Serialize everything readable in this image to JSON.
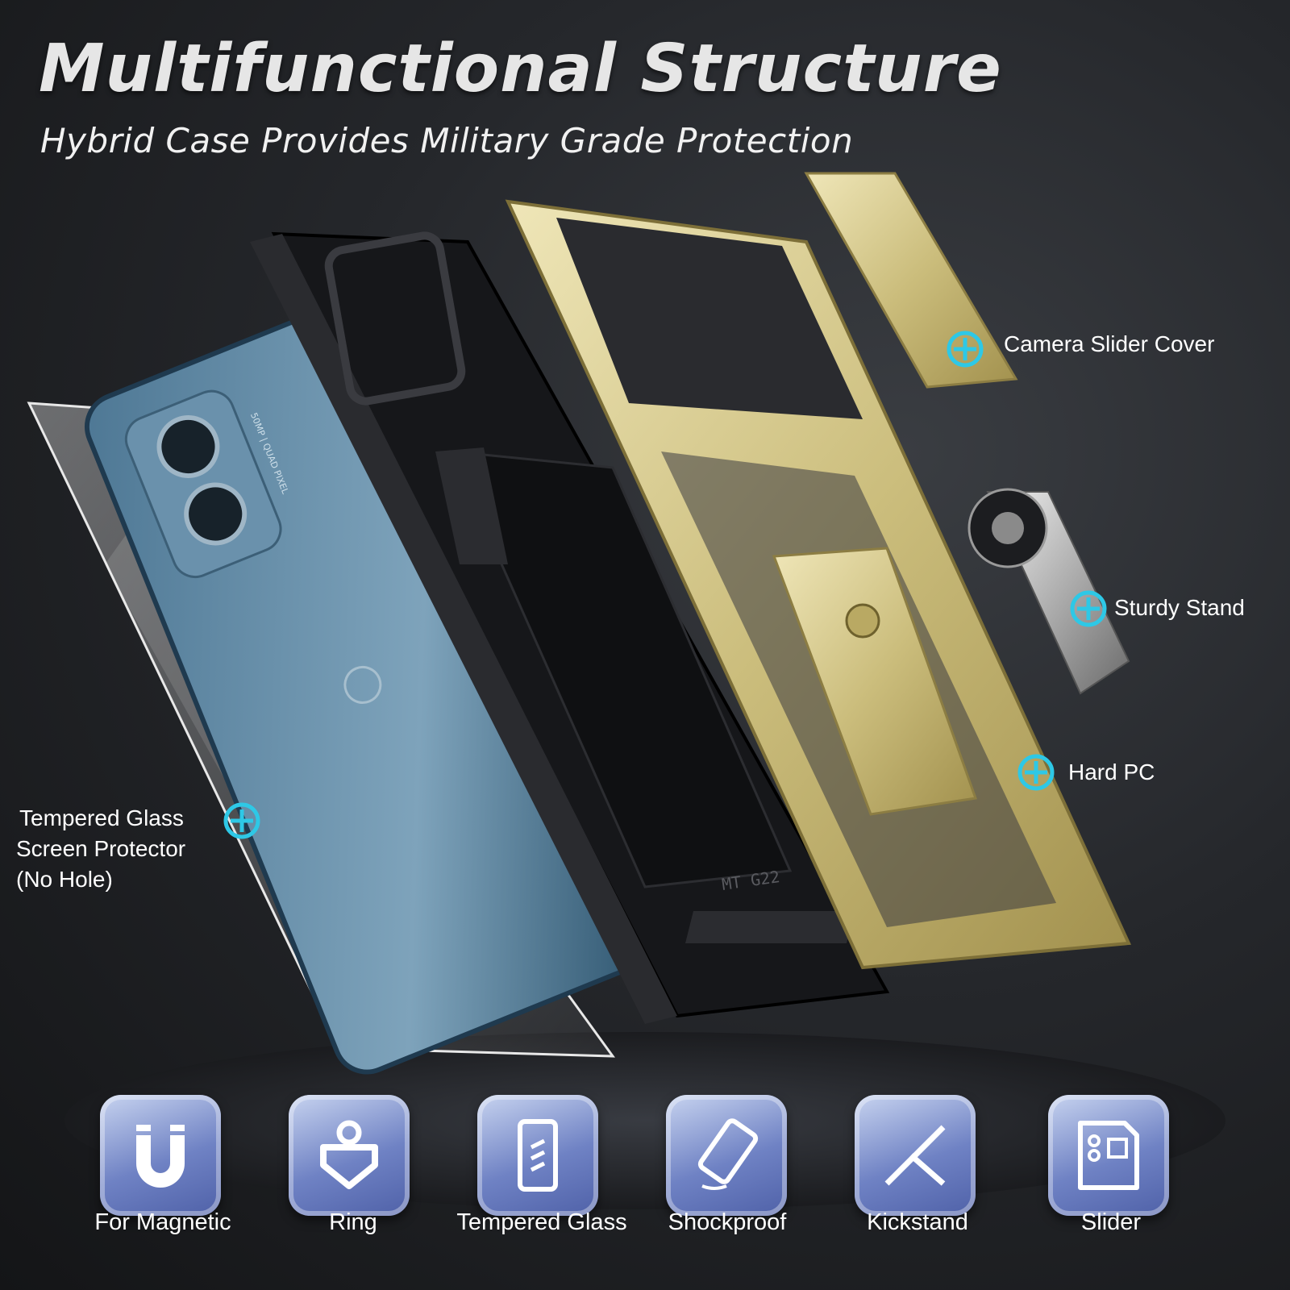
{
  "header": {
    "title": "Multifunctional Structure",
    "subtitle": "Hybrid Case Provides Military Grade Protection"
  },
  "callouts": {
    "camera_slider": "Camera Slider Cover",
    "sturdy_stand": "Sturdy Stand",
    "hard_pc": "Hard PC",
    "tempered_line1": "Tempered Glass",
    "tempered_line2": "Screen Protector",
    "tempered_line3": "(No Hole)"
  },
  "product_marks": {
    "camera_text": "50MP | QUAD PIXEL",
    "model_text": "MT G22"
  },
  "features": [
    {
      "label": "For Magnetic",
      "icon": "magnet-icon"
    },
    {
      "label": "Ring",
      "icon": "ring-icon"
    },
    {
      "label": "Tempered Glass",
      "icon": "tempered-glass-icon"
    },
    {
      "label": "Shockproof",
      "icon": "shockproof-icon"
    },
    {
      "label": "Kickstand",
      "icon": "kickstand-icon"
    },
    {
      "label": "Slider",
      "icon": "slider-icon"
    }
  ],
  "colors": {
    "accent_plus": "#2ec8e6",
    "case_gold": "#d6c98e",
    "phone_blue": "#5f87a3",
    "tile_blue": "#6f82c4"
  }
}
